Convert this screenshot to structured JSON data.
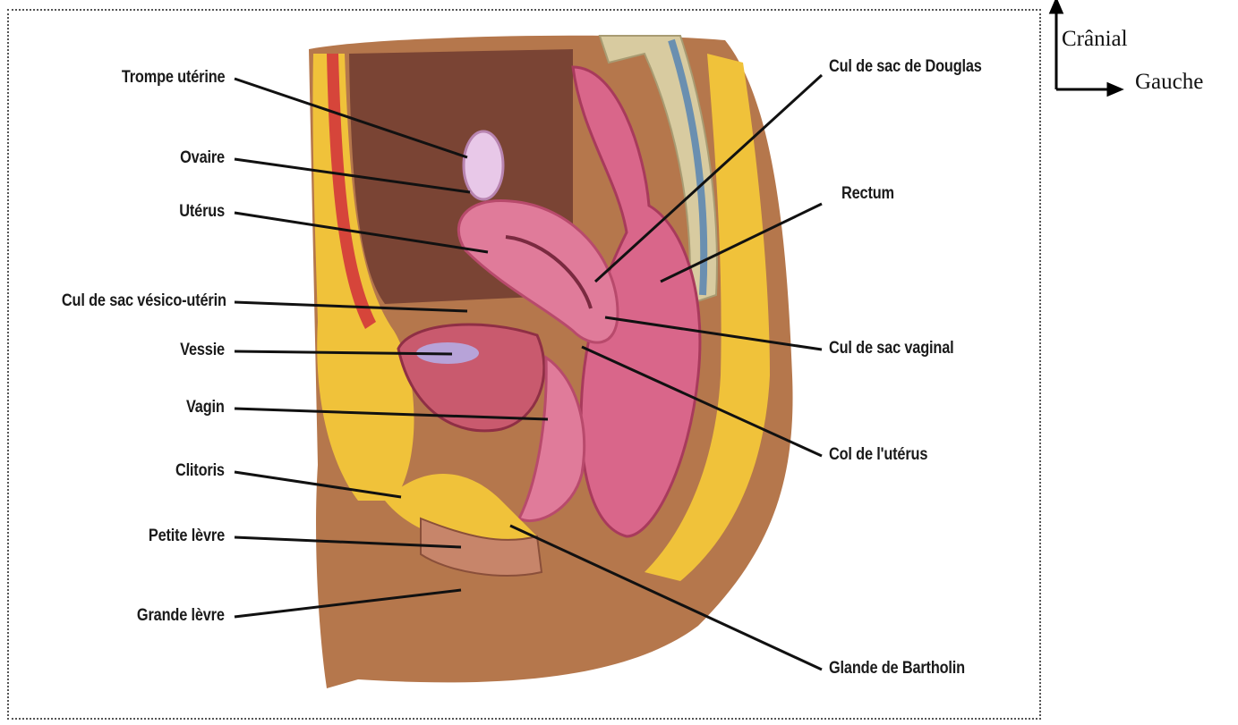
{
  "labels_left": [
    "Trompe utérine",
    "Ovaire",
    "Utérus",
    "Cul de sac vésico-utérin",
    "Vessie",
    "Vagin",
    "Clitoris",
    "Petite lèvre",
    "Grande lèvre"
  ],
  "labels_right": [
    "Cul de sac de Douglas",
    "Rectum",
    "Cul de sac vaginal",
    "Col de l'utérus",
    "Glande de Bartholin"
  ],
  "orientation": {
    "up": "Crânial",
    "right": "Gauche"
  },
  "colors": {
    "skin": "#b5774c",
    "fat": "#f0c23a",
    "organ_pink": "#e07b9a",
    "rectum_pink": "#d9668a",
    "bladder": "#c95a6e",
    "vertebra": "#d8cba0",
    "cavity": "#7a4434",
    "leader": "#111111"
  }
}
